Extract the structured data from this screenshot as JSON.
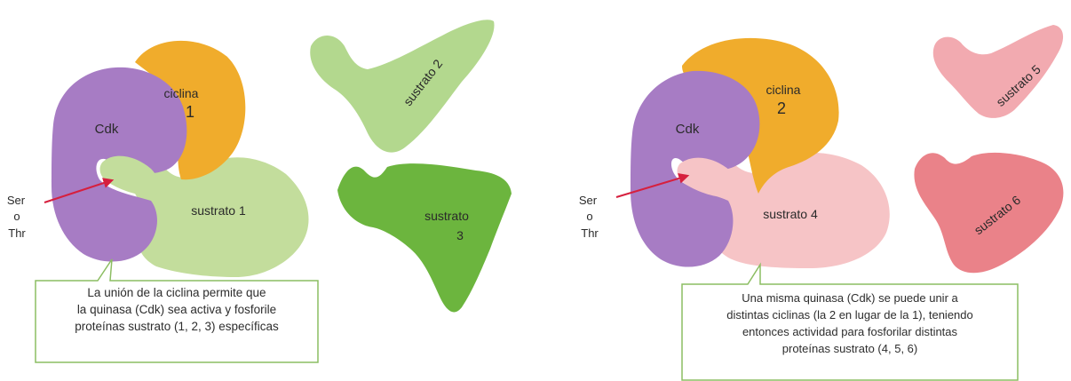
{
  "left_panel": {
    "cdk_label": "Cdk",
    "ciclina_word": "ciclina",
    "ciclina_number": "1",
    "sustrato_1": "sustrato 1",
    "sustrato_2": "sustrato 2",
    "sustrato_3_word": "sustrato",
    "sustrato_3_number": "3",
    "site_label": [
      "Ser",
      "o",
      "Thr"
    ],
    "caption_lines": [
      "La unión de la ciclina permite que",
      "la quinasa (Cdk) sea activa y fosforile",
      "proteínas sustrato (1, 2, 3) específicas"
    ]
  },
  "right_panel": {
    "cdk_label": "Cdk",
    "ciclina_word": "ciclina",
    "ciclina_number": "2",
    "sustrato_4": "sustrato 4",
    "sustrato_5": "sustrato 5",
    "sustrato_6": "sustrato 6",
    "site_label": [
      "Ser",
      "o",
      "Thr"
    ],
    "caption_lines": [
      "Una misma quinasa (Cdk) se puede unir a",
      "distintas ciclinas (la 2 en lugar de la 1), teniendo",
      "entonces actividad para fosforilar distintas",
      "proteínas sustrato (4, 5, 6)"
    ]
  },
  "colors": {
    "cdk": "#a77cc4",
    "ciclina": "#f0ac2c",
    "sustrato_light_green": "#c3dd9c",
    "sustrato_2": "#b3d88e",
    "sustrato_3": "#6cb53e",
    "sustrato_pink": "#f6c4c6",
    "sustrato_5": "#f2aab0",
    "sustrato_6": "#ea8289",
    "arrow": "#d6203e",
    "callout_border": "#8cbd62"
  }
}
